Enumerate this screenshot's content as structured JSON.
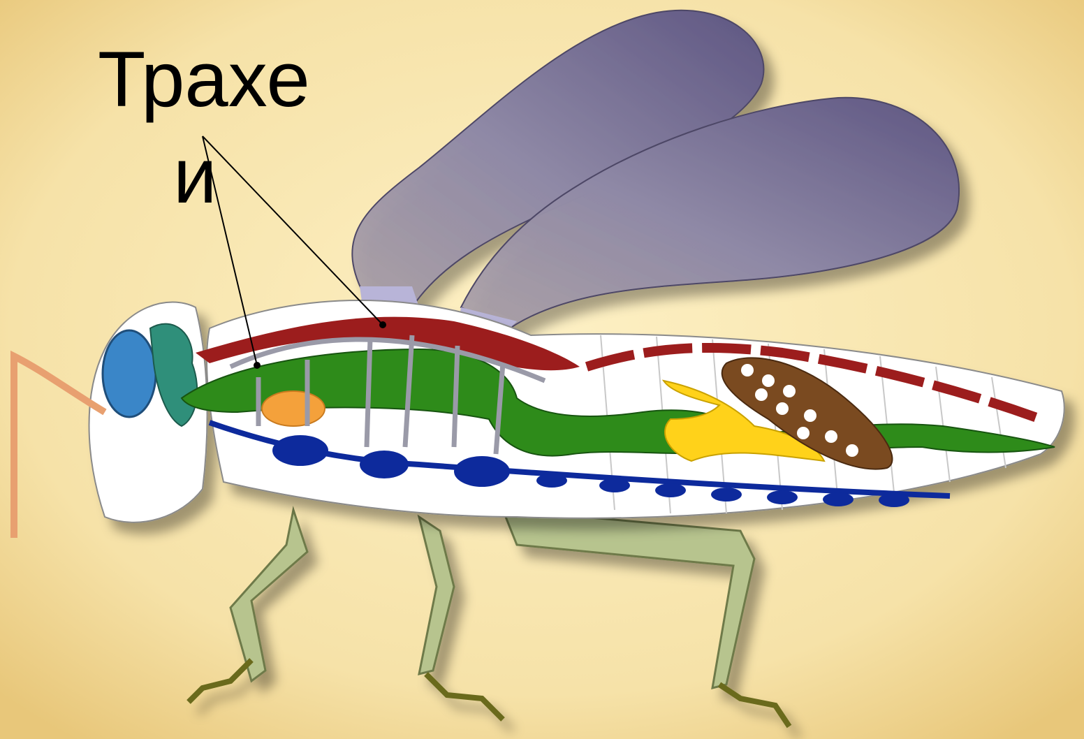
{
  "label": {
    "line1": "Трахе",
    "line2": "и"
  },
  "colors": {
    "background": "#f5dd9a",
    "wing": "#8b84a8",
    "dorsal_vessel": "#9c1d1d",
    "gut": "#2e8b1a",
    "nerve_cord": "#0d2a9c",
    "trachea": "#9a9aa8",
    "gland": "#f4a13b",
    "fat_body": "#ffd21a",
    "ovary": "#7a4a20",
    "legs": "#b7c48e"
  },
  "icons": [
    "insect-anatomy-illustration"
  ]
}
